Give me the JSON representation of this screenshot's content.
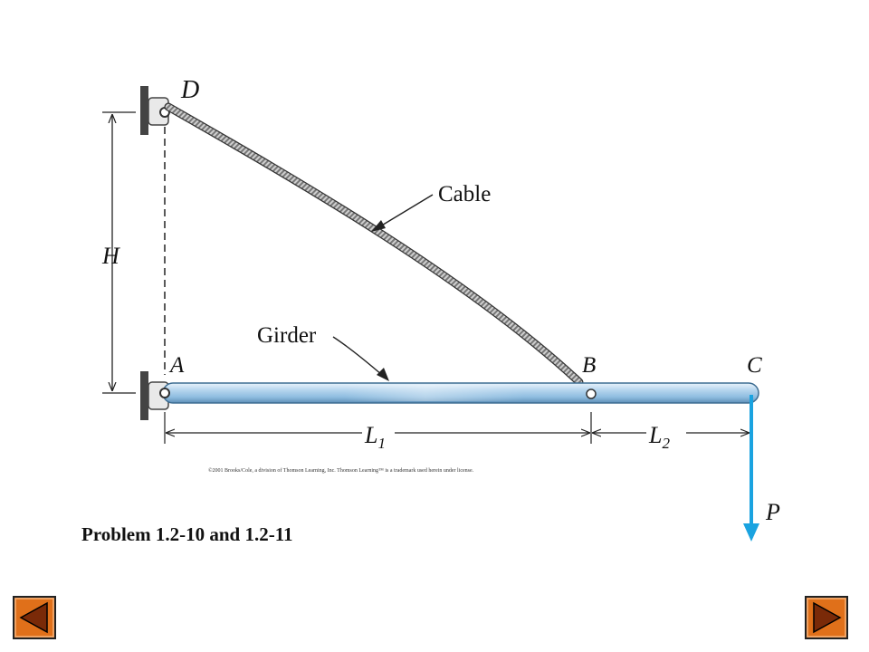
{
  "diagram": {
    "labels": {
      "D": "D",
      "A": "A",
      "B": "B",
      "C": "C",
      "H": "H",
      "P": "P",
      "L1_main": "L",
      "L1_sub": "1",
      "L2_main": "L",
      "L2_sub": "2",
      "cable": "Cable",
      "girder": "Girder"
    },
    "colors": {
      "girder_fill": "#a8cbe6",
      "girder_edge": "#3d6d92",
      "load_arrow": "#1aa3e0",
      "wall": "#444444"
    }
  },
  "copyright": "©2001 Brooks/Cole, a division of Thomson Learning, Inc.  Thomson Learning™ is a trademark used herein under license.",
  "title": "Problem 1.2-10 and 1.2-11",
  "navigation": {
    "prev_icon": "triangle-left-icon",
    "next_icon": "triangle-right-icon",
    "button_color": "#e0701a"
  }
}
